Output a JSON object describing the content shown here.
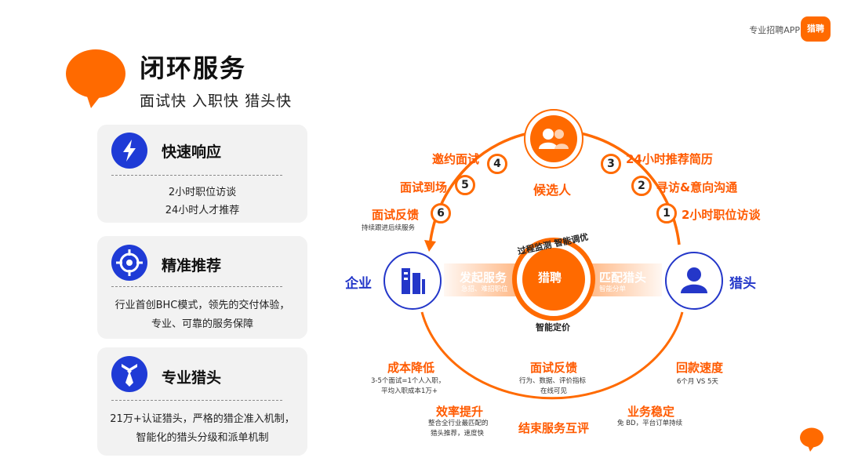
{
  "brand": {
    "app_label": "专业招聘APP",
    "logo_text": "猎聘"
  },
  "header": {
    "title": "闭环服务",
    "subtitle": "面试快 入职快 猎头快"
  },
  "cards": [
    {
      "title": "快速响应",
      "icon": "lightning-icon",
      "lines": [
        "2小时职位访谈",
        "24小时人才推荐"
      ]
    },
    {
      "title": "精准推荐",
      "icon": "target-icon",
      "lines": [
        "行业首创BHC模式，领先的交付体验，",
        "专业、可靠的服务保障"
      ]
    },
    {
      "title": "专业猎头",
      "icon": "tie-icon",
      "lines": [
        "21万+认证猎头，严格的猎企准入机制，",
        "智能化的猎头分级和派单机制"
      ]
    }
  ],
  "diagram": {
    "candidate": "候选人",
    "enterprise": "企业",
    "headhunter": "猎头",
    "center_logo": "猎聘",
    "center_top": "过程监测 智能调优",
    "center_bottom": "智能定价",
    "left_bar": {
      "title": "发起服务",
      "sub": "急招、难招职位"
    },
    "right_bar": {
      "title": "匹配猎头",
      "sub": "智能分单"
    },
    "steps": [
      {
        "num": "1",
        "label": "2小时职位访谈"
      },
      {
        "num": "2",
        "label": "寻访&意向沟通"
      },
      {
        "num": "3",
        "label": "24小时推荐简历"
      },
      {
        "num": "4",
        "label": "邀约面试"
      },
      {
        "num": "5",
        "label": "面试到场"
      },
      {
        "num": "6",
        "label": "面试反馈",
        "sub": "持续跟进后续服务"
      }
    ],
    "bottom": {
      "cost": {
        "title": "成本降低",
        "lines": [
          "3-5个面试=1个人入职，",
          "平均入职成本1万+"
        ]
      },
      "feedback": {
        "title": "面试反馈",
        "lines": [
          "行为、数据、评价指标",
          "在线可见"
        ]
      },
      "payment": {
        "title": "回款速度",
        "lines": [
          "6个月 VS 5天"
        ]
      },
      "efficiency": {
        "title": "效率提升",
        "lines": [
          "整合全行业最匹配的",
          "猎头推荐，速度快"
        ]
      },
      "stable": {
        "title": "业务稳定",
        "lines": [
          "免 BD，平台订单持续"
        ]
      },
      "end": "结束服务互评"
    }
  },
  "colors": {
    "orange": "#ff6a00",
    "blue": "#1f3bd6"
  }
}
